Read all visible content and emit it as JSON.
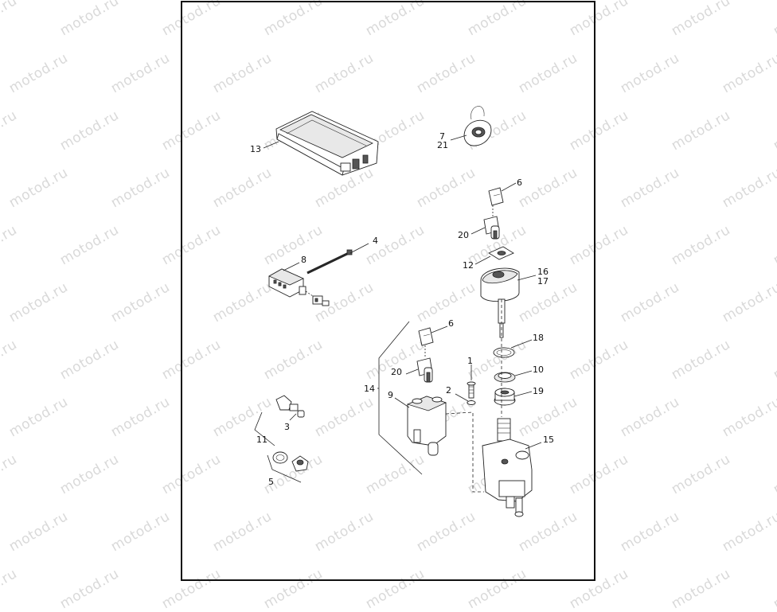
{
  "watermark": {
    "text": "motod.ru"
  },
  "diagram": {
    "callouts": [
      {
        "id": "c1",
        "label": "1"
      },
      {
        "id": "c2",
        "label": "2"
      },
      {
        "id": "c3",
        "label": "3"
      },
      {
        "id": "c4",
        "label": "4"
      },
      {
        "id": "c5",
        "label": "5"
      },
      {
        "id": "c6a",
        "label": "6"
      },
      {
        "id": "c6b",
        "label": "6"
      },
      {
        "id": "c7",
        "label": "7"
      },
      {
        "id": "c8",
        "label": "8"
      },
      {
        "id": "c9",
        "label": "9"
      },
      {
        "id": "c10",
        "label": "10"
      },
      {
        "id": "c11",
        "label": "11"
      },
      {
        "id": "c12",
        "label": "12"
      },
      {
        "id": "c13",
        "label": "13"
      },
      {
        "id": "c14",
        "label": "14"
      },
      {
        "id": "c15",
        "label": "15"
      },
      {
        "id": "c16",
        "label": "16"
      },
      {
        "id": "c17",
        "label": "17"
      },
      {
        "id": "c18",
        "label": "18"
      },
      {
        "id": "c19",
        "label": "19"
      },
      {
        "id": "c20a",
        "label": "20"
      },
      {
        "id": "c20b",
        "label": "20"
      },
      {
        "id": "c21",
        "label": "21"
      }
    ]
  }
}
